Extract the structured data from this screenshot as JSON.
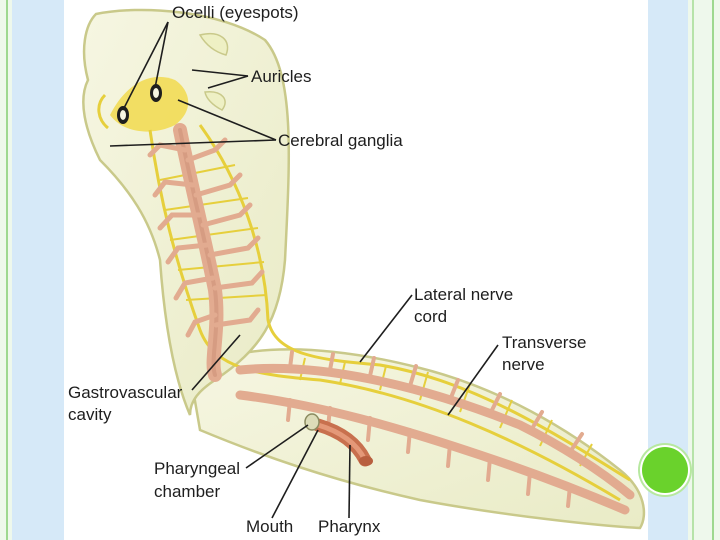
{
  "diagram": {
    "labels": {
      "ocelli": "Ocelli (eyespots)",
      "auricles": "Auricles",
      "cerebral_ganglia": "Cerebral ganglia",
      "lateral_nerve_cord_line1": "Lateral nerve",
      "lateral_nerve_cord_line2": "cord",
      "transverse_nerve_line1": "Transverse",
      "transverse_nerve_line2": "nerve",
      "gastrovascular_line1": "Gastrovascular",
      "gastrovascular_line2": "cavity",
      "pharyngeal_line1": "Pharyngeal",
      "pharyngeal_line2": "chamber",
      "mouth": "Mouth",
      "pharynx": "Pharynx"
    }
  },
  "colors": {
    "body_fill": "#f2f2d6",
    "body_outline": "#c9c98a",
    "nerve": "#e6cf3c",
    "gut": "#e2ab90",
    "gut_dark": "#c98e73",
    "pharynx": "#c8704e",
    "accent_dot": "#6ad22c"
  }
}
